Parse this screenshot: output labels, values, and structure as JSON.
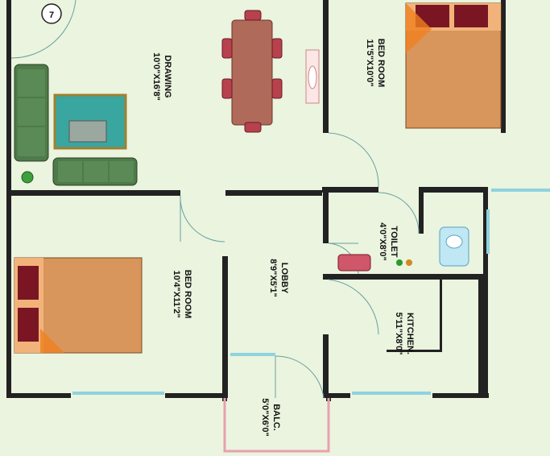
{
  "plan": {
    "plot_number": "7",
    "colors": {
      "background": "#eaf4de",
      "wall": "#222222",
      "window": "#8fd2e0",
      "balcony_rail": "#e8a0b0",
      "bed_wood": "#d8965c",
      "bed_pillow": "#7a1624",
      "bed_sheet": "#f2b37a",
      "sofa": "#4f7a4a",
      "rug": "#3aa6a0",
      "dining_table": "#b06a5a",
      "chair": "#b8414e"
    },
    "rooms": [
      {
        "id": "drawing",
        "name": "DRAWING",
        "size": "10'0\"X16'8\""
      },
      {
        "id": "bedroom-top",
        "name": "BED ROOM",
        "size": "11'5\"X10'0\""
      },
      {
        "id": "bedroom-left",
        "name": "BED ROOM",
        "size": "10'4\"X11'2\""
      },
      {
        "id": "lobby",
        "name": "LOBBY",
        "size": "8'9\"X5'1\""
      },
      {
        "id": "toilet",
        "name": "TOILET",
        "size": "4'0\"X8'0\""
      },
      {
        "id": "kitchen",
        "name": "KITCHEN.",
        "size": "5'11\"X8'0\""
      },
      {
        "id": "balcony",
        "name": "BALC.",
        "size": "5'0\"X6'0\""
      }
    ]
  }
}
